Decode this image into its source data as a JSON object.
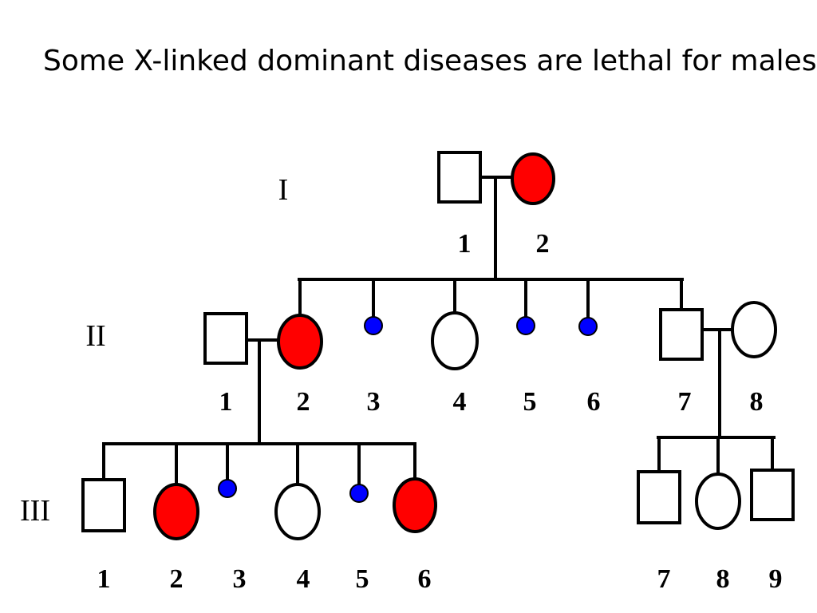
{
  "slide": {
    "title": "Some X-linked dominant diseases are lethal for males"
  },
  "colors": {
    "affected": "#ff0000",
    "miscarriage": "#0000ff",
    "unaffected": "#ffffff",
    "line": "#000000"
  },
  "legend_semantics": {
    "square": "male",
    "circle": "female",
    "small-blue-dot": "miscarriage / lethal male"
  },
  "generations": [
    {
      "label": "I",
      "individuals": [
        {
          "num": "1",
          "sex": "male",
          "affected": false
        },
        {
          "num": "2",
          "sex": "female",
          "affected": true
        }
      ]
    },
    {
      "label": "II",
      "individuals": [
        {
          "num": "1",
          "sex": "male",
          "affected": false
        },
        {
          "num": "2",
          "sex": "female",
          "affected": true
        },
        {
          "num": "3",
          "sex": "miscarriage",
          "affected": true
        },
        {
          "num": "4",
          "sex": "female",
          "affected": false
        },
        {
          "num": "5",
          "sex": "miscarriage",
          "affected": true
        },
        {
          "num": "6",
          "sex": "miscarriage",
          "affected": true
        },
        {
          "num": "7",
          "sex": "male",
          "affected": false
        },
        {
          "num": "8",
          "sex": "female",
          "affected": false
        }
      ]
    },
    {
      "label": "III",
      "individuals": [
        {
          "num": "1",
          "sex": "male",
          "affected": false
        },
        {
          "num": "2",
          "sex": "female",
          "affected": true
        },
        {
          "num": "3",
          "sex": "miscarriage",
          "affected": true
        },
        {
          "num": "4",
          "sex": "female",
          "affected": false
        },
        {
          "num": "5",
          "sex": "miscarriage",
          "affected": true
        },
        {
          "num": "6",
          "sex": "female",
          "affected": true
        },
        {
          "num": "7",
          "sex": "male",
          "affected": false
        },
        {
          "num": "8",
          "sex": "female",
          "affected": false
        },
        {
          "num": "9",
          "sex": "male",
          "affected": false
        }
      ]
    }
  ]
}
